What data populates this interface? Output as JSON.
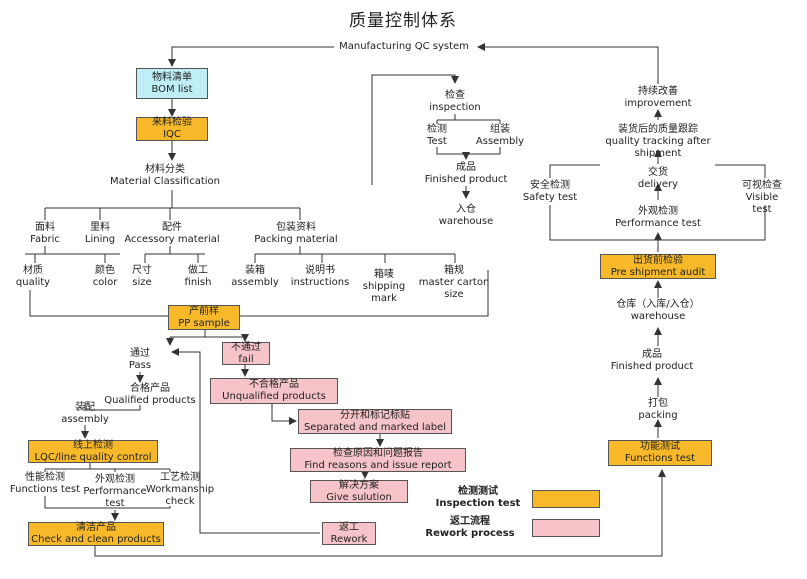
{
  "title": "质量控制体系",
  "root": "Manufacturing QC system",
  "bom": "物料清单\nBOM list",
  "iqc": "来料检验\nIQC",
  "material_class": "材料分类\nMaterial Classification",
  "fabric": "面料\nFabric",
  "lining": "里料\nLining",
  "accessory": "配件\nAccessory material",
  "packing_material": "包装资料\nPacking material",
  "material_quality": "材质\nquality",
  "color": "颜色\ncolor",
  "size": "尺寸\nsize",
  "finish": "做工\nfinish",
  "packing_assembly": "装箱\nassembly",
  "instructions": "说明书\ninstructions",
  "shipping_mark": "箱唛\nshipping\nmark",
  "carton_size": "箱规\nmaster carton\nsize",
  "inspection": "检查\ninspection",
  "test": "检测\nTest",
  "assembly_top": "组装\nAssembly",
  "finished_top": "成品\nFinished product",
  "warehouse_top": "入仓\nwarehouse",
  "pp_sample": "产前样\nPP sample",
  "pass": "通过\nPass",
  "fail": "不通过\nfail",
  "qualified": "合格产品\nQualified products",
  "assembly_mid": "装配\nassembly",
  "lqc": "线上检测\nLQC/line quality control",
  "functions_test_left": "性能检测\nFunctions test",
  "performance_test_left": "外观检测\nPerformance\ntest",
  "workmanship": "工艺检测\nWorkmanship\ncheck",
  "check_clean": "清洁产品\nCheck and clean products",
  "unqualified": "不合格产品\nUnqualified products",
  "separated": "分开和标记标贴\nSeparated and marked label",
  "find_reasons": "检查原因和问题报告\nFind reasons and issue report",
  "give_solution": "解决方案\nGive sulution",
  "rework": "返工\nRework",
  "improvement": "持续改善\nimprovement",
  "tracking": "装货后的质量跟踪\nquality tracking after shipment",
  "safety": "安全检测\nSafety test",
  "delivery": "交货\ndelivery",
  "visible": "可视检查\nVisible test",
  "performance_right": "外观检测\nPerformance test",
  "preshipment": "出货前检验\nPre shipment audit",
  "warehouse_right": "仓库（入库/入仓）\nwarehouse",
  "finished_right": "成品\nFinished product",
  "packing": "打包\npacking",
  "functions_right": "功能测试\nFunctions test",
  "legend_inspection": "检测测试\nInspection test",
  "legend_rework": "返工流程\nRework process",
  "colors": {
    "cyan": "#bfeef7",
    "orange": "#f7b92a",
    "pink": "#f6c4c8"
  }
}
